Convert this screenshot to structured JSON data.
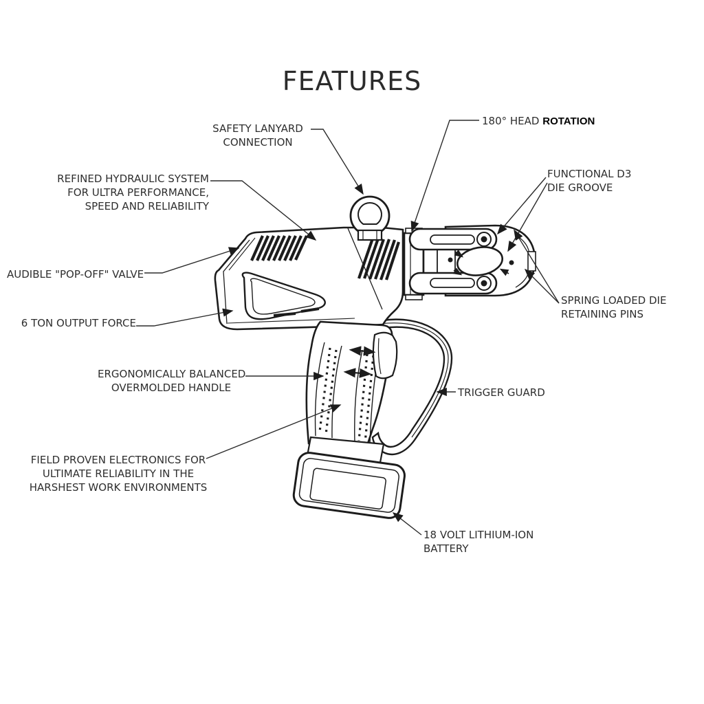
{
  "title": "FEATURES",
  "labels": {
    "safety_lanyard": {
      "lines": [
        "SAFETY LANYARD",
        "CONNECTION"
      ]
    },
    "head_rotation": {
      "text": "180° HEAD ",
      "bold": "ROTATION"
    },
    "hydraulic": {
      "lines": [
        "REFINED HYDRAULIC SYSTEM",
        "FOR ULTRA PERFORMANCE,",
        "SPEED AND RELIABILITY"
      ]
    },
    "die_groove": {
      "lines": [
        "FUNCTIONAL D3",
        "DIE GROOVE"
      ]
    },
    "pop_off": {
      "lines": [
        "AUDIBLE \"POP-OFF\" VALVE"
      ]
    },
    "retaining_pins": {
      "lines": [
        "SPRING LOADED DIE",
        "RETAINING PINS"
      ]
    },
    "output_force": {
      "lines": [
        "6 TON OUTPUT FORCE"
      ]
    },
    "handle": {
      "lines": [
        "ERGONOMICALLY BALANCED",
        "OVERMOLDED HANDLE"
      ]
    },
    "trigger_guard": {
      "lines": [
        "TRIGGER GUARD"
      ]
    },
    "electronics": {
      "lines": [
        "FIELD PROVEN ELECTRONICS FOR",
        "ULTIMATE RELIABILITY IN THE",
        "HARSHEST WORK ENVIRONMENTS"
      ]
    },
    "battery": {
      "lines": [
        "18 VOLT LITHIUM-ION",
        "BATTERY"
      ]
    }
  },
  "colors": {
    "ink": "#1c1c1c",
    "leader": "#2b2b2b",
    "text": "#2e2e2e",
    "background": "#ffffff"
  }
}
